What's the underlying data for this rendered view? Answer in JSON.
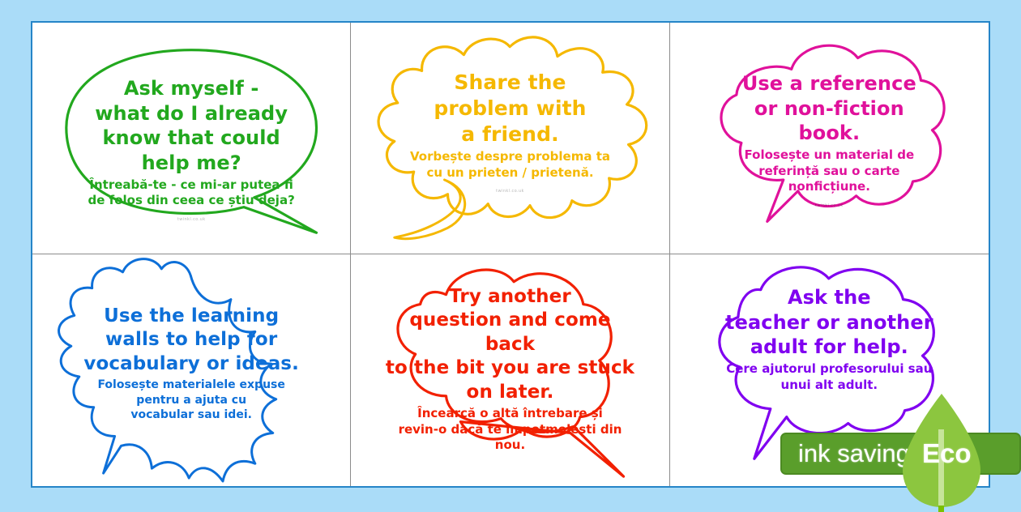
{
  "page": {
    "background_color": "#aadcf8",
    "sheet_border_color": "#2585c8",
    "divider_color": "#8c8c8c",
    "watermark": "twinkl.co.uk"
  },
  "cards": [
    {
      "id": "ask-myself",
      "bubble_shape": "oval-speech-bubble",
      "color": "#22a81e",
      "title": "Ask myself -\nwhat do I already\nknow that could\nhelp me?",
      "title_lines": [
        "Ask myself -",
        "what do I already",
        "know that could",
        "help me?"
      ],
      "subtitle_lines": [
        "Întreabă-te - ce mi-ar putea fi",
        "de folos din ceea ce știu deja?"
      ]
    },
    {
      "id": "share-problem",
      "bubble_shape": "starburst-speech-bubble",
      "color": "#f5b800",
      "title_lines": [
        "Share the",
        "problem with",
        "a friend."
      ],
      "subtitle_lines": [
        "Vorbește despre problema ta",
        "cu un prieten / prietenă."
      ]
    },
    {
      "id": "use-reference-book",
      "bubble_shape": "cloud-speech-bubble",
      "color": "#e0119b",
      "title_lines": [
        "Use a reference",
        "or non-fiction",
        "book."
      ],
      "subtitle_lines": [
        "Folosește un material de",
        "referință sau o carte",
        "nonficțiune."
      ]
    },
    {
      "id": "use-learning-walls",
      "bubble_shape": "spiky-burst-bubble",
      "color": "#0d6fd8",
      "title_lines": [
        "Use the learning",
        "walls to help for",
        "vocabulary or ideas."
      ],
      "subtitle_lines": [
        "Folosește materialele expuse",
        "pentru a ajuta cu",
        "vocabular sau idei."
      ]
    },
    {
      "id": "try-another-question",
      "bubble_shape": "cloud-speech-bubble",
      "color": "#f22000",
      "title_lines": [
        "Try another",
        "question and come back",
        "to the bit you are stuck",
        "on later."
      ],
      "subtitle_lines": [
        "Încearcă o altă întrebare și",
        "revin-o dacă te împotmolești din",
        "nou."
      ]
    },
    {
      "id": "ask-the-teacher",
      "bubble_shape": "cloud-speech-bubble",
      "color": "#8000f0",
      "title_lines": [
        "Ask the",
        "teacher or another",
        "adult for help."
      ],
      "subtitle_lines": [
        "Cere ajutorul profesorului sau",
        "unui alt adult."
      ]
    }
  ],
  "eco_badge": {
    "ink_saving_label": "ink saving",
    "eco_label": "Eco",
    "bar_color": "#5a9e2b",
    "leaf_color": "#8cc63f"
  }
}
